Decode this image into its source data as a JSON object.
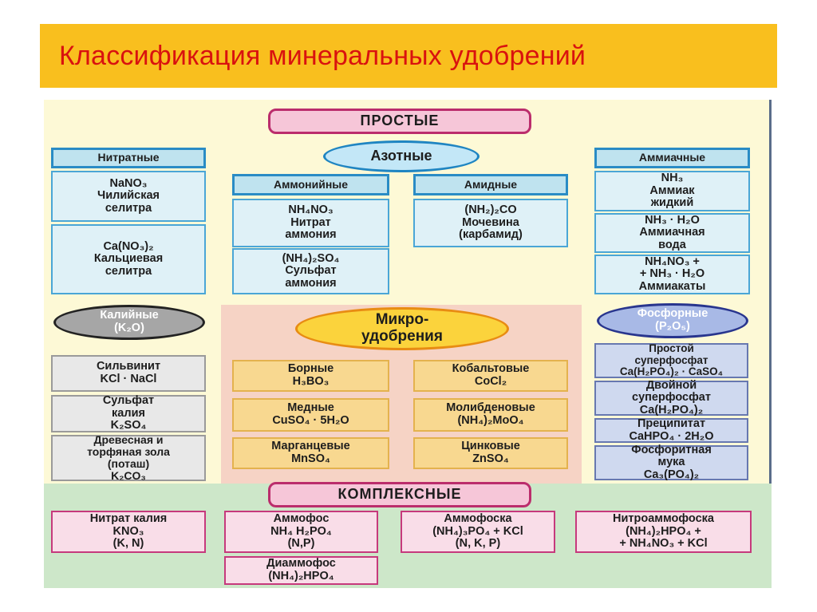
{
  "title": "Классификация минеральных удобрений",
  "simple": {
    "label": "ПРОСТЫЕ",
    "nitrogen": {
      "label": "Азотные",
      "nitrate": {
        "header": "Нитратные",
        "items": [
          [
            "NaNO₃",
            "Чилийская",
            "селитра"
          ],
          [
            "Ca(NO₃)₂",
            "Кальциевая",
            "селитра"
          ]
        ]
      },
      "ammonium": {
        "header": "Аммонийные",
        "items": [
          [
            "NH₄NO₃",
            "Нитрат",
            "аммония"
          ],
          [
            "(NH₄)₂SO₄",
            "Сульфат",
            "аммония"
          ]
        ]
      },
      "amide": {
        "header": "Амидные",
        "items": [
          [
            "(NH₂)₂CO",
            "Мочевина",
            "(карбамид)"
          ]
        ]
      },
      "ammonia": {
        "header": "Аммиачные",
        "items": [
          [
            "NH₃",
            "Аммиак",
            "жидкий"
          ],
          [
            "NH₃ · H₂O",
            "Аммиачная",
            "вода"
          ],
          [
            "NH₄NO₃ +",
            "+ NH₃ · H₂O",
            "Аммиакаты"
          ]
        ]
      }
    },
    "potassium": {
      "label": [
        "Калийные",
        "(K₂O)"
      ],
      "items": [
        [
          "Сильвинит",
          "KCl · NaCl"
        ],
        [
          "Сульфат",
          "калия",
          "K₂SO₄"
        ],
        [
          "Древесная и",
          "торфяная зола",
          "(поташ)",
          "K₂CO₃"
        ]
      ]
    },
    "micro": {
      "label": [
        "Микро-",
        "удобрения"
      ],
      "items": [
        [
          "Борные",
          "H₃BO₃"
        ],
        [
          "Кобальтовые",
          "CoCl₂"
        ],
        [
          "Медные",
          "CuSO₄ · 5H₂O"
        ],
        [
          "Молибденовые",
          "(NH₄)₂MoO₄"
        ],
        [
          "Марганцевые",
          "MnSO₄"
        ],
        [
          "Цинковые",
          "ZnSO₄"
        ]
      ]
    },
    "phosphorus": {
      "label": [
        "Фосфорные",
        "(P₂O₅)"
      ],
      "items": [
        [
          "Простой",
          "суперфосфат",
          "Ca(H₂PO₄)₂ · CaSO₄"
        ],
        [
          "Двойной",
          "суперфосфат",
          "Ca(H₂PO₄)₂"
        ],
        [
          "Преципитат",
          "CaHPO₄ · 2H₂O"
        ],
        [
          "Фосфоритная",
          "мука",
          "Ca₃(PO₄)₂"
        ]
      ]
    }
  },
  "complex": {
    "label": "КОМПЛЕКСНЫЕ",
    "items": [
      [
        "Нитрат калия",
        "KNO₃",
        "(K, N)"
      ],
      [
        "Аммофос",
        "NH₄ H₂PO₄",
        "(N,P)"
      ],
      [
        "Диаммофос",
        "(NH₄)₂HPO₄"
      ],
      [
        "Аммофоска",
        "(NH₄)₃PO₄ + KCl",
        "(N, K, P)"
      ],
      [
        "Нитроаммофоска",
        "(NH₄)₂HPO₄ +",
        "+ NH₄NO₃ + KCl"
      ]
    ]
  },
  "colors": {
    "title_background": "#f9bf1e",
    "title_text": "#d9120f",
    "nitrogen_blue": "#2a8cc5",
    "potassium_gray": "#9a9a9a",
    "micro_yellow": "#e4b24e",
    "phosphorus_purple": "#6778b0",
    "complex_pink": "#c6397c"
  }
}
